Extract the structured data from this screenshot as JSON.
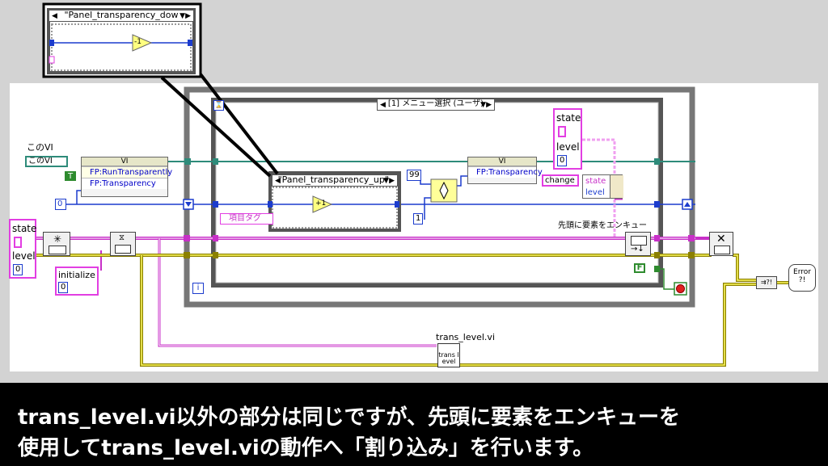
{
  "zoom": {
    "case_selector": "\"Panel_transparency_dow"
  },
  "diagram": {
    "vi_ref_label": "このVI",
    "vi_ref_const": "このVI",
    "property_node_1": {
      "class": "VI",
      "props": [
        "FP:RunTransparently",
        "FP:Transparency"
      ]
    },
    "property_node_2": {
      "class": "VI",
      "props": [
        "FP:Transparency"
      ]
    },
    "bool_true": "T",
    "zero_const": "0",
    "outer_case_selector": "[1] メニュー選択 (ユーザ)",
    "inner_case_selector": "\"Panel_transparency_up\",",
    "item_tag": "項目タグ",
    "increment": "+1",
    "decrement": "-1",
    "const_99": "99",
    "const_1": "1",
    "state_cluster_1": {
      "state": "state",
      "level": "level",
      "value": "0"
    },
    "state_cluster_2": {
      "state": "state",
      "level": "level",
      "value": "0"
    },
    "initialize_label": "initialize",
    "initialize_value": "0",
    "change_label": "change",
    "bundle_state": "state",
    "bundle_level": "level",
    "enqueue_front_label": "先頭に要素をエンキュー",
    "bool_false": "F",
    "info_icon": "i",
    "subvi_label": "trans_level.vi",
    "subvi_icon_text": "trans level",
    "error_label": "Error ?!"
  },
  "caption": {
    "line1": "trans_level.vi以外の部分は同じですが、先頭に要素をエンキューを",
    "line2": "使用してtrans_level.viの動作へ「割り込み」を行います。"
  }
}
